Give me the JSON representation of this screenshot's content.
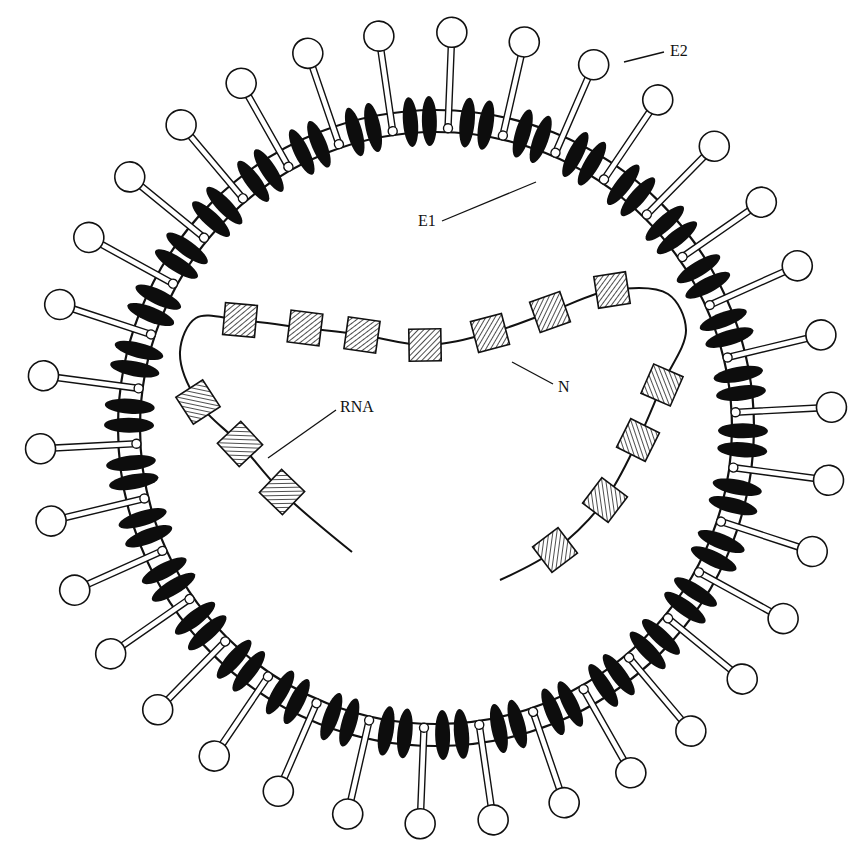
{
  "diagram": {
    "labels": [
      "E2",
      "E1",
      "N",
      "RNA"
    ]
  }
}
